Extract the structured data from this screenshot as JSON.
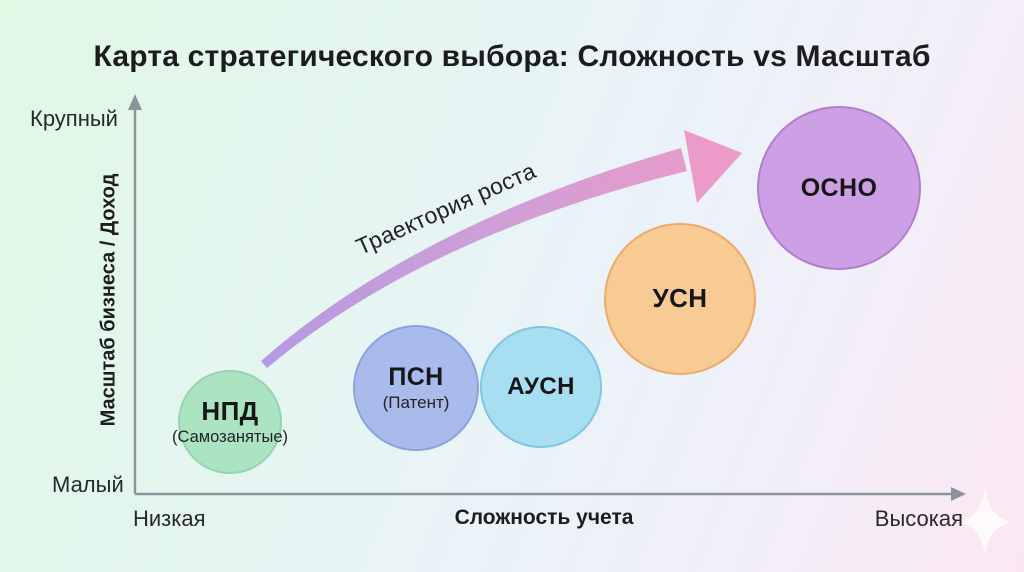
{
  "title": "Карта стратегического выбора: Сложность vs Масштаб",
  "y_axis": {
    "label": "Масштаб бизнеса / Доход",
    "max_label": "Крупный",
    "min_label": "Малый"
  },
  "x_axis": {
    "label": "Сложность учета",
    "min_label": "Низкая",
    "max_label": "Высокая"
  },
  "trajectory_label": "Траектория роста",
  "bubbles": [
    {
      "label": "НПД",
      "sublabel": "(Самозанятые)",
      "fill": "#ace4c2",
      "stroke": "#93d5ad"
    },
    {
      "label": "ПСН",
      "sublabel": "(Патент)",
      "fill": "#a8bbeb",
      "stroke": "#8aa2e2"
    },
    {
      "label": "АУСН",
      "sublabel": "",
      "fill": "#a7def1",
      "stroke": "#80c6e0"
    },
    {
      "label": "УСН",
      "sublabel": "",
      "fill": "#f9cb94",
      "stroke": "#e9ac66"
    },
    {
      "label": "ОСНО",
      "sublabel": "",
      "fill": "#cd9fe5",
      "stroke": "#b27ccf"
    }
  ],
  "colors": {
    "axis": "#8d939c",
    "arrow_gradient_start": "#b49ae3",
    "arrow_gradient_end": "#ec9bc8",
    "background_corners": [
      "#e1f8e3",
      "#eef3fc",
      "#e0f7f4",
      "#fbe7f1"
    ]
  },
  "chart_data": {
    "type": "scatter",
    "title": "Карта стратегического выбора: Сложность vs Масштаб",
    "xlabel": "Сложность учета",
    "ylabel": "Масштаб бизнеса / Доход",
    "x_tick_labels": [
      "Низкая",
      "Высокая"
    ],
    "y_tick_labels": [
      "Малый",
      "Крупный"
    ],
    "x_range": [
      0,
      10
    ],
    "y_range": [
      0,
      10
    ],
    "grid": false,
    "legend": false,
    "annotation": "Траектория роста",
    "points": [
      {
        "name": "НПД (Самозанятые)",
        "complexity": 1.2,
        "scale": 1.6,
        "radius_px": 52,
        "color": "#ace4c2"
      },
      {
        "name": "ПСН (Патент)",
        "complexity": 3.4,
        "scale": 2.4,
        "radius_px": 63,
        "color": "#a8bbeb"
      },
      {
        "name": "АУСН",
        "complexity": 4.9,
        "scale": 2.4,
        "radius_px": 61,
        "color": "#a7def1"
      },
      {
        "name": "УСН",
        "complexity": 6.6,
        "scale": 4.4,
        "radius_px": 76,
        "color": "#f9cb94"
      },
      {
        "name": "ОСНО",
        "complexity": 8.5,
        "scale": 6.9,
        "radius_px": 82,
        "color": "#cd9fe5"
      }
    ]
  }
}
